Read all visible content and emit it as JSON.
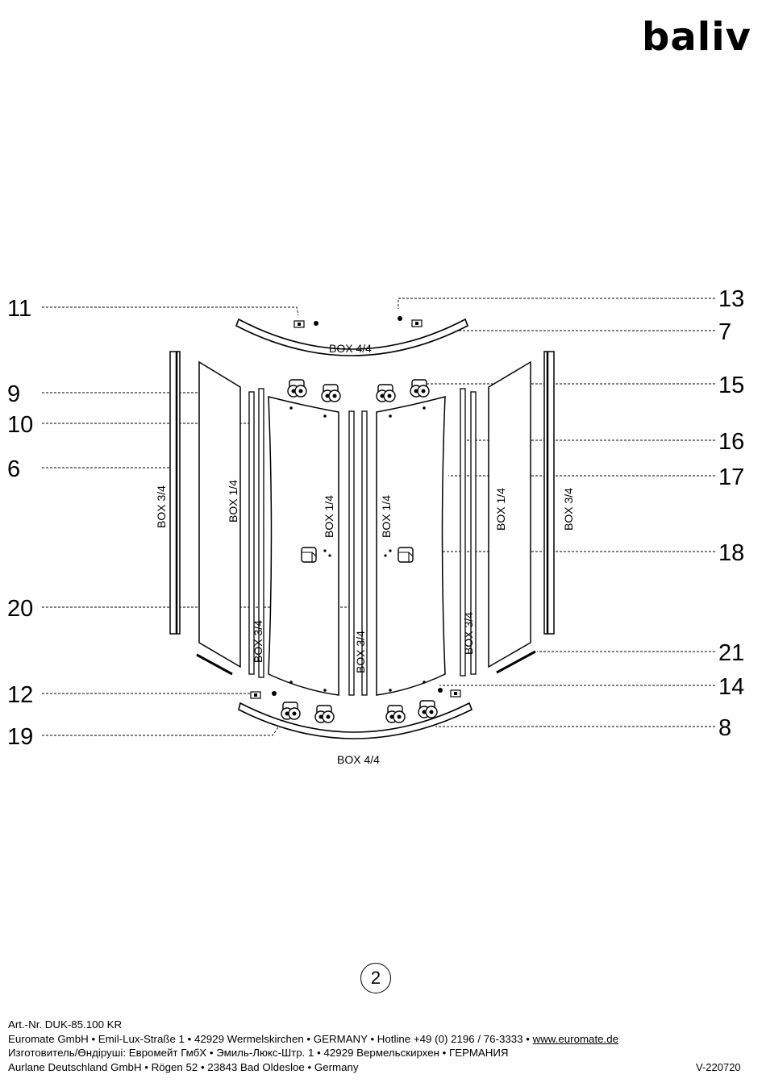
{
  "brand": {
    "logo": "baliv"
  },
  "diagram": {
    "callouts": {
      "c6": "6",
      "c7": "7",
      "c8": "8",
      "c9": "9",
      "c10": "10",
      "c11": "11",
      "c12": "12",
      "c13": "13",
      "c14": "14",
      "c15": "15",
      "c16": "16",
      "c17": "17",
      "c18": "18",
      "c19": "19",
      "c20": "20",
      "c21": "21"
    },
    "box_labels": {
      "top_rail": "BOX 4/4",
      "bottom_rail": "BOX 4/4",
      "left_profile": "BOX 3/4",
      "left_fixed_panel": "BOX 1/4",
      "left_door": "BOX 1/4",
      "right_door": "BOX 1/4",
      "right_fixed_panel": "BOX 1/4",
      "right_profile": "BOX 3/4",
      "left_strip": "BOX 3/4",
      "center_strip": "BOX 3/4",
      "right_strip": "BOX 3/4"
    }
  },
  "page": {
    "number": "2"
  },
  "footer": {
    "article": "Art.-Nr. DUK-85.100 KR",
    "line2_text": "Euromate GmbH • Emil-Lux-Straße 1 • 42929 Wermelskirchen • GERMANY • Hotline +49 (0) 2196 / 76-3333 • ",
    "line2_link": "www.euromate.de",
    "line3": "Изготовитель/Өндіруші: Евромейт ГмбХ • Эмиль-Люкс-Штр. 1 • 42929 Вермельскирхен • ГЕРМАНИЯ",
    "line4": "Aurlane Deutschland GmbH • Rögen 52 • 23843 Bad Oldesloe • Germany",
    "version": "V-220720"
  }
}
